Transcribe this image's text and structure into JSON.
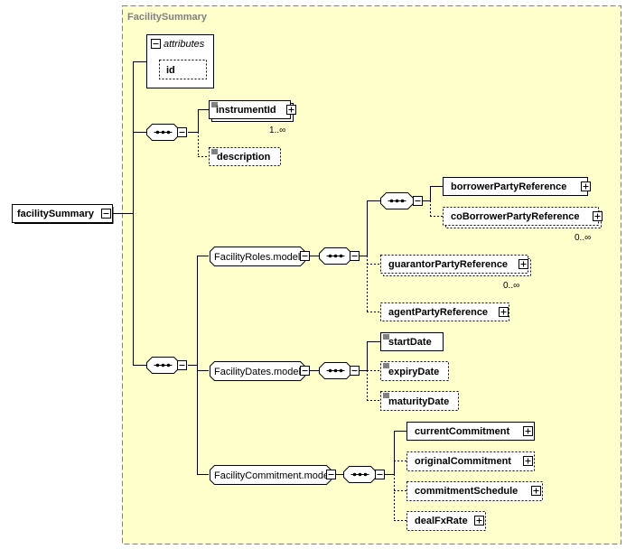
{
  "group": {
    "title": "FacilitySummary"
  },
  "root": {
    "label": "facilitySummary"
  },
  "attributes": {
    "header": "attributes",
    "id_label": "id"
  },
  "elements": {
    "instrumentId": "instrumentId",
    "instrumentId_occurs": "1..∞",
    "description": "description",
    "borrowerPartyReference": "borrowerPartyReference",
    "coBorrowerPartyReference": "coBorrowerPartyReference",
    "coBorrowerPartyReference_occurs": "0..∞",
    "guarantorPartyReference": "guarantorPartyReference",
    "guarantorPartyReference_occurs": "0..∞",
    "agentPartyReference": "agentPartyReference",
    "startDate": "startDate",
    "expiryDate": "expiryDate",
    "maturityDate": "maturityDate",
    "currentCommitment": "currentCommitment",
    "originalCommitment": "originalCommitment",
    "commitmentSchedule": "commitmentSchedule",
    "dealFxRate": "dealFxRate"
  },
  "models": {
    "facilityRoles": "FacilityRoles.model",
    "facilityDates": "FacilityDates.model",
    "facilityCommitment": "FacilityCommitment.model"
  },
  "colors": {
    "group_fill": "#ffffcc",
    "element_fill": "#ffffff",
    "border": "#000000"
  }
}
